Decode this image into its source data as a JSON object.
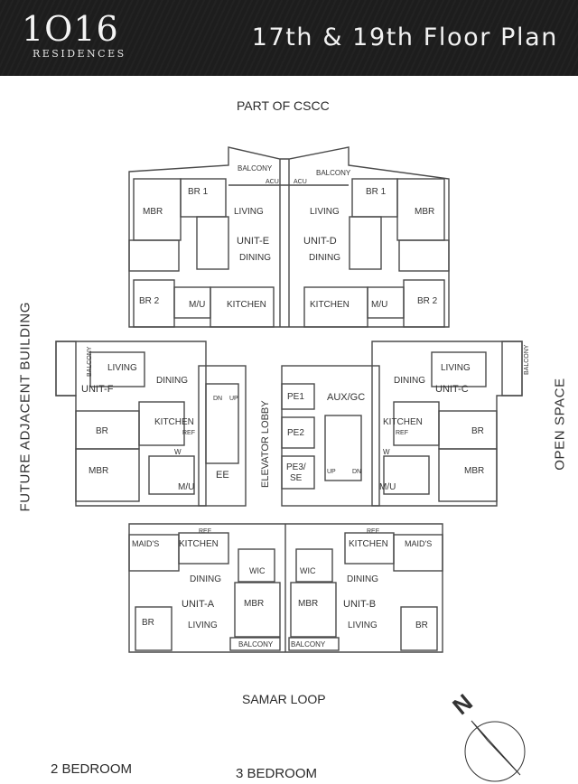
{
  "header": {
    "logo_main": "1O16",
    "logo_sub": "RESIDENCES",
    "title": "17th & 19th Floor Plan"
  },
  "surroundings": {
    "top": "PART OF CSCC",
    "left": "FUTURE ADJACENT BUILDING",
    "right": "OPEN SPACE",
    "bottom": "SAMAR LOOP"
  },
  "compass": {
    "label": "N"
  },
  "legend": {
    "two_bedroom": "2 BEDROOM",
    "three_bedroom": "3 BEDROOM"
  },
  "core": {
    "elevator_lobby": "ELEVATOR LOBBY",
    "ee": "EE",
    "pe1": "PE1",
    "pe2": "PE2",
    "pe3_line1": "PE3/",
    "pe3_line2": "SE",
    "aux": "AUX/GC",
    "dn": "DN",
    "up": "UP"
  },
  "units": {
    "e": {
      "name": "UNIT-E",
      "balcony": "BALCONY",
      "br1": "BR 1",
      "mbr": "MBR",
      "living": "LIVING",
      "dining": "DINING",
      "br2": "BR 2",
      "mu": "M/U",
      "kitchen": "KITCHEN",
      "acu": "ACU"
    },
    "d": {
      "name": "UNIT-D",
      "balcony": "BALCONY",
      "br1": "BR 1",
      "mbr": "MBR",
      "living": "LIVING",
      "dining": "DINING",
      "br2": "BR 2",
      "mu": "M/U",
      "kitchen": "KITCHEN",
      "acu": "ACU"
    },
    "f": {
      "name": "UNIT-F",
      "balcony": "BALCONY",
      "living": "LIVING",
      "dining": "DINING",
      "kitchen": "KITCHEN",
      "ref": "REF",
      "br": "BR",
      "mbr": "MBR",
      "mu": "M/U",
      "w": "W"
    },
    "c": {
      "name": "UNIT-C",
      "balcony": "BALCONY",
      "living": "LIVING",
      "dining": "DINING",
      "kitchen": "KITCHEN",
      "ref": "REF",
      "br": "BR",
      "mbr": "MBR",
      "mu": "M/U",
      "w": "W"
    },
    "a": {
      "name": "UNIT-A",
      "maids": "MAID'S",
      "kitchen": "KITCHEN",
      "ref": "REF",
      "dining": "DINING",
      "br": "BR",
      "living": "LIVING",
      "mbr": "MBR",
      "wic": "WIC",
      "balcony": "BALCONY"
    },
    "b": {
      "name": "UNIT-B",
      "maids": "MAID'S",
      "kitchen": "KITCHEN",
      "ref": "REF",
      "dining": "DINING",
      "br": "BR",
      "living": "LIVING",
      "mbr": "MBR",
      "wic": "WIC",
      "balcony": "BALCONY"
    }
  }
}
